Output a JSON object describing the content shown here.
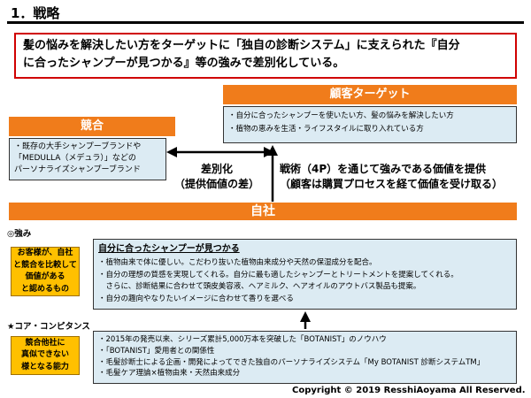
{
  "title": "1．戦略",
  "summary": {
    "line1": "髪の悩みを解決したい方をターゲットに「独自の診断システム」に支えられた『自分",
    "line2": "に合ったシャンプーが見つかる』等の強みで差別化している。"
  },
  "target": {
    "label": "顧客ターゲット",
    "items": [
      "・自分に合ったシャンプーを使いたい方、髪の悩みを解決したい方",
      "・植物の恵みを生活・ライフスタイルに取り入れている方"
    ]
  },
  "competition": {
    "label": "競合",
    "lines": [
      "・既存の大手シャンプーブランドや",
      "「MEDULLA（メデュラ）」などの",
      "パーソナライズシャンプーブランド"
    ]
  },
  "differentiation": {
    "line1": "差別化",
    "line2": "（提供価値の差）"
  },
  "tactics": {
    "line1": "戦術（4P）を通じて強みである価値を提供",
    "line2": "（顧客は購買プロセスを経て価値を受け取る）"
  },
  "company": {
    "label": "自社"
  },
  "strength": {
    "section_label": "◎強み",
    "side_label": [
      "お客様が、自社",
      "と競合を比較して",
      "価値がある",
      "と認めるもの"
    ],
    "heading": "自分に合ったシャンプーが見つかる",
    "items": [
      "・植物由来で体に優しい。こだわり抜いた植物由来成分や天然の保湿成分を配合。",
      "・自分の理想の質感を実現してくれる。自分に最も適したシャンプーとトリートメントを提案してくれる。",
      "　さらに、診断結果に合わせて頭皮美容液、ヘアミルク、ヘアオイルのアウトバス製品も提案。",
      "・自分の趣向やなりたいイメージに合わせて香りを選べる"
    ]
  },
  "core": {
    "section_label": "★コア・コンピタンス",
    "side_label": [
      "競合他社に",
      "真似できない",
      "様となる能力"
    ],
    "items": [
      "・2015年の発売以来、シリーズ累計5,000万本を突破した「BOTANIST」のノウハウ",
      "・「BOTANIST」愛用者との関係性",
      "・毛髪診断士による企画・開発によってできた独自のパーソナライズシステム「My BOTANIST 診断システムTM」",
      "・毛髪ケア理論×植物由来・天然由来成分"
    ]
  },
  "copyright": "Copyright ©  2019 ResshiAoyama All  Reserved."
}
